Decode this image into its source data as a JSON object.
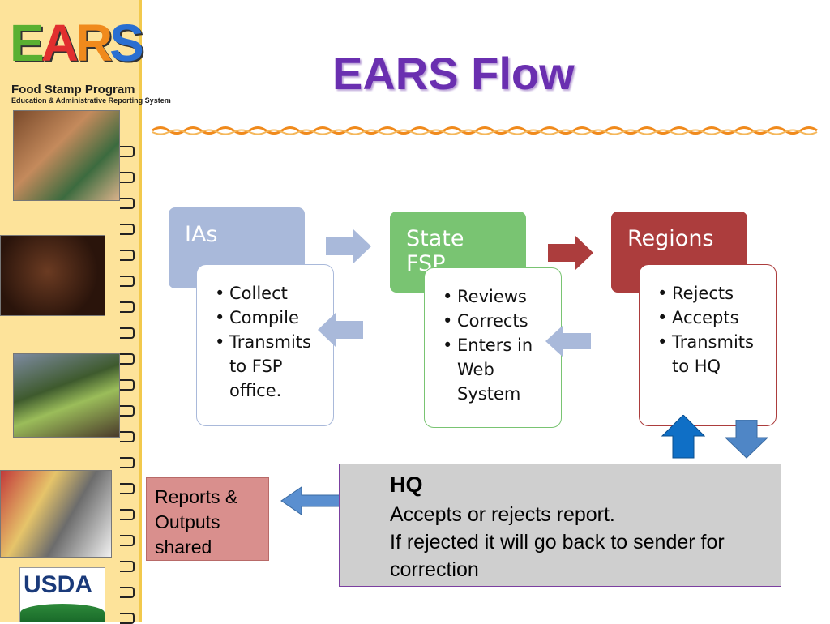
{
  "slide": {
    "title": "EARS Flow"
  },
  "logo": {
    "letters": [
      "E",
      "A",
      "R",
      "S"
    ],
    "line1": "Food Stamp Program",
    "line2": "Education & Administrative Reporting System"
  },
  "footer_logo": {
    "text": "USDA"
  },
  "boxes": {
    "ias": {
      "header": "IAs",
      "items": [
        "Collect",
        "Compile",
        "Transmits to FSP office."
      ]
    },
    "state_fsp": {
      "header": "State FSP",
      "items": [
        "Reviews",
        "Corrects",
        "Enters in Web System"
      ]
    },
    "regions": {
      "header": "Regions",
      "items": [
        "Rejects",
        "Accepts",
        "Transmits to HQ"
      ]
    }
  },
  "hq": {
    "title": "HQ",
    "line1": "Accepts or rejects report.",
    "line2": "If rejected it will go back to sender for",
    "line3": "correction"
  },
  "reports": {
    "label": "Reports & Outputs shared"
  },
  "colors": {
    "title": "#6a2fb0",
    "ias": "#a9b9da",
    "state_fsp": "#79c472",
    "regions": "#ac3d3d",
    "forward_arrow_1": "#a9b9da",
    "forward_arrow_2": "#ac3d3d",
    "back_arrow": "#a9b9da",
    "up_arrow": "#0f6fc6",
    "down_arrow": "#4f86c6",
    "hq_bg": "#cfcfcf",
    "reports_bg": "#d98f8d"
  }
}
